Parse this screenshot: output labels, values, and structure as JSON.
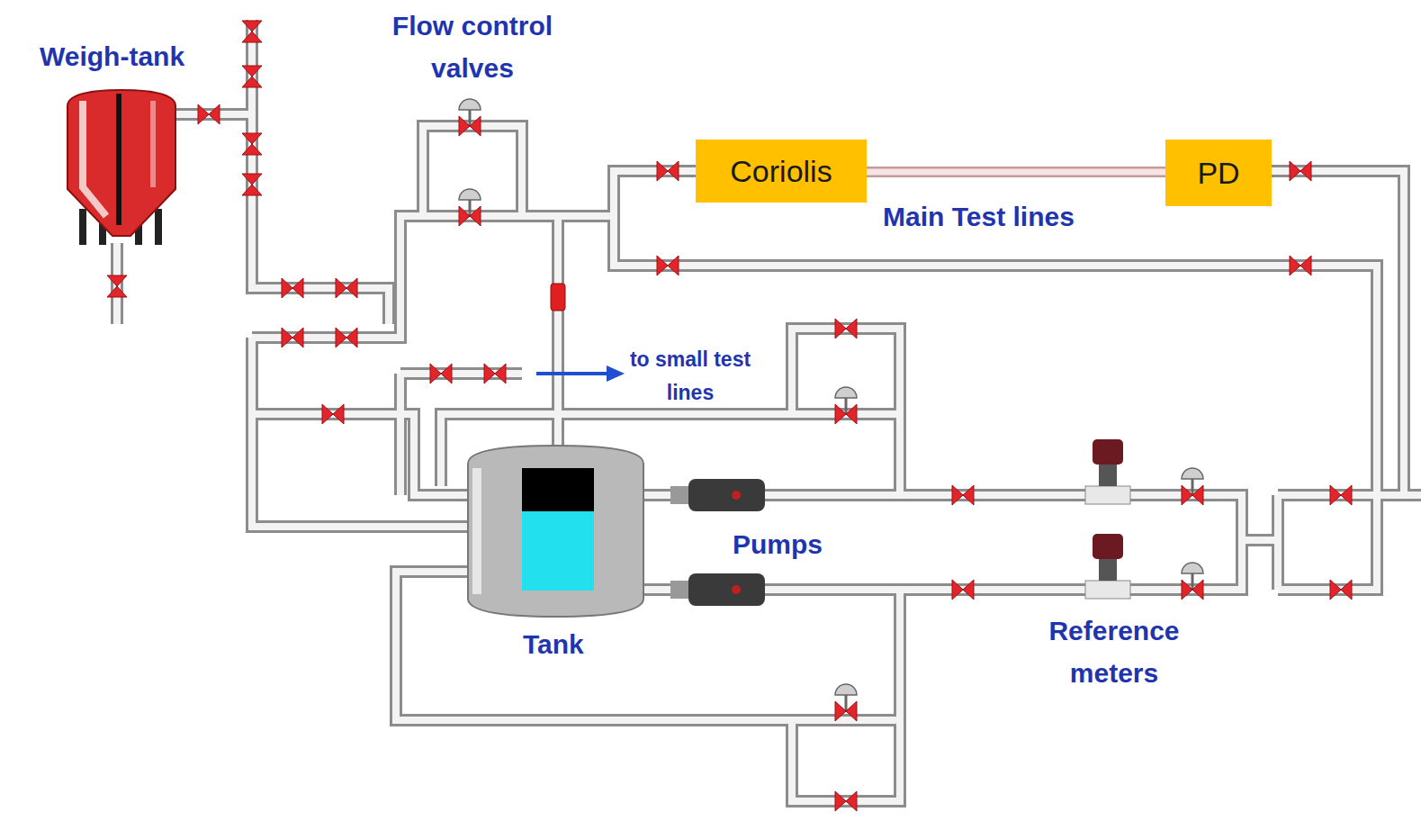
{
  "diagram": {
    "nodes": [
      {
        "text": [
          "Coriolis"
        ]
      },
      {
        "text": [
          "PD"
        ]
      }
    ],
    "edges": [
      {
        "from": 0,
        "to": 1,
        "arrow": "none"
      }
    ],
    "labels": [
      "Weigh-tank",
      "Flow control valves",
      "Main Test lines",
      "to small test lines",
      "Pumps",
      "Tank",
      "Reference meters"
    ]
  }
}
